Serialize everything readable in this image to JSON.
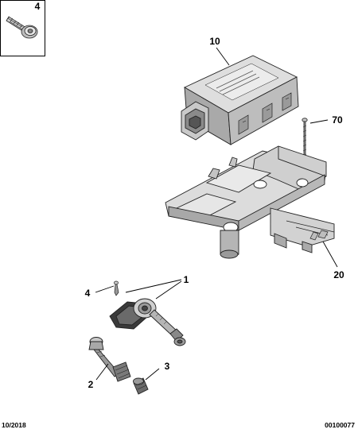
{
  "callouts": {
    "screw": "4",
    "module": "10",
    "pin": "70",
    "bracket": "20",
    "sensor": "1",
    "screw_small": "4",
    "valve": "2",
    "cap": "3"
  },
  "footer": {
    "date": "10/2018",
    "code": "00100077"
  }
}
